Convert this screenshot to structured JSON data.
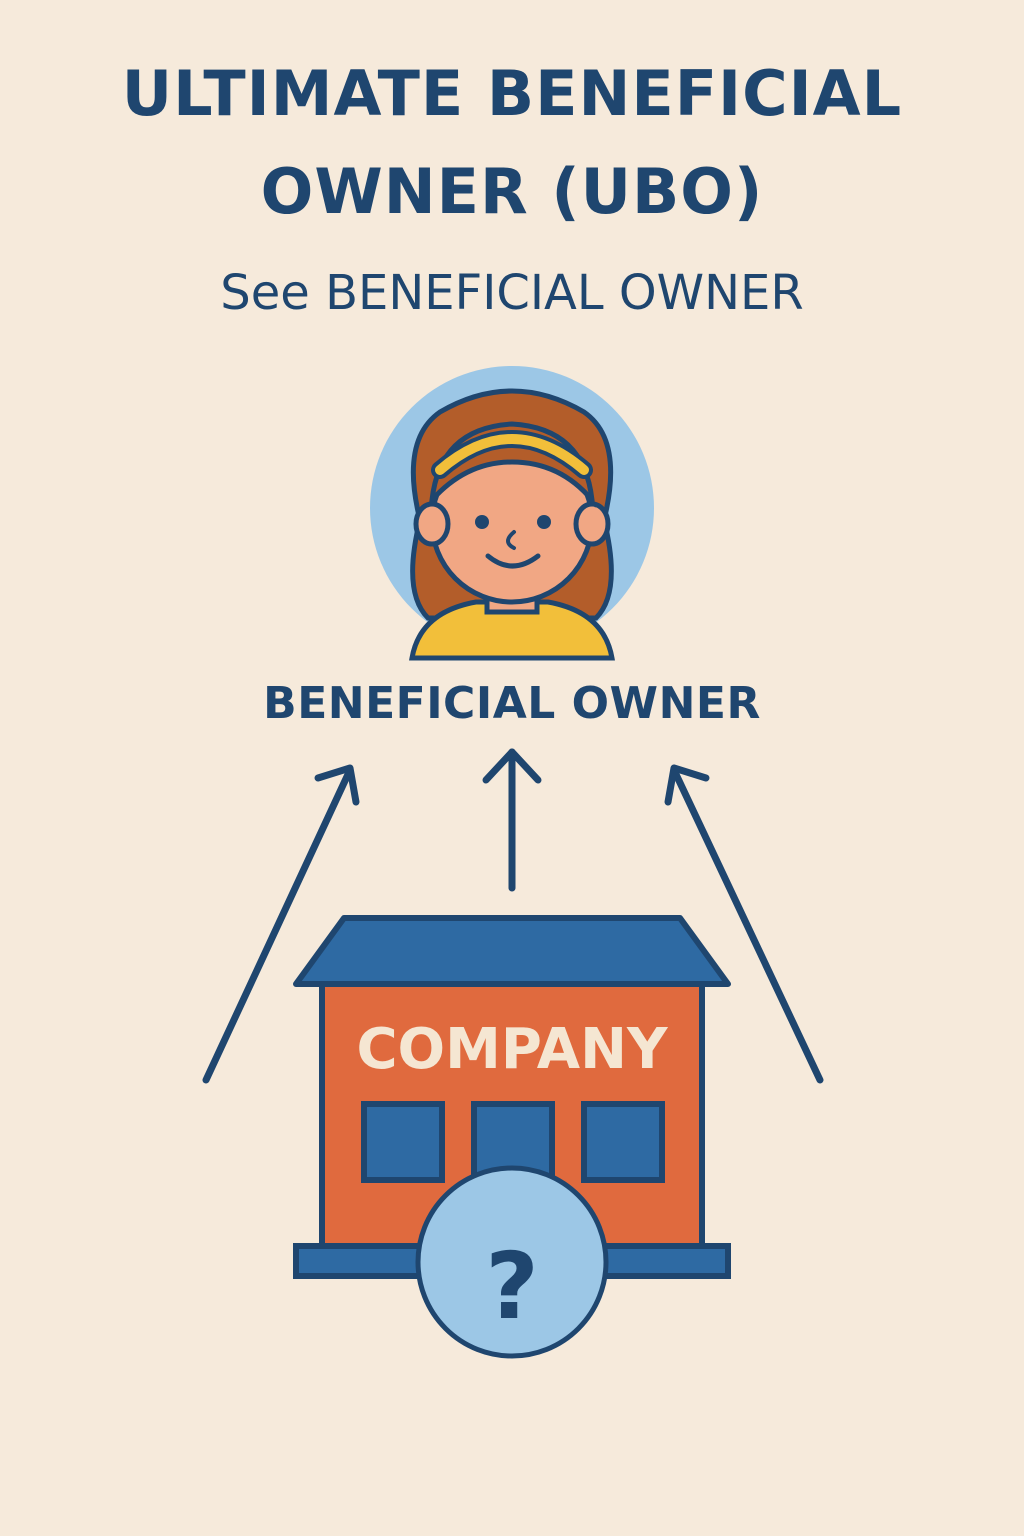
{
  "header": {
    "title_line_1": "ULTIMATE BENEFICIAL",
    "title_line_2": "OWNER (UBO)",
    "subtitle": "See BENEFICIAL OWNER"
  },
  "owner": {
    "label": "BENEFICIAL OWNER",
    "icon": "person-avatar-icon"
  },
  "company": {
    "label": "COMPANY",
    "icon": "building-icon",
    "question_mark": "?"
  },
  "colors": {
    "background": "#f6eadb",
    "navy": "#1f466f",
    "roof_blue": "#2e6aa3",
    "building_orange": "#e06a3e",
    "light_blue": "#9cc7e6",
    "skin": "#f1a784",
    "hair": "#b35d2a",
    "shirt_yellow": "#f2bf3a"
  }
}
